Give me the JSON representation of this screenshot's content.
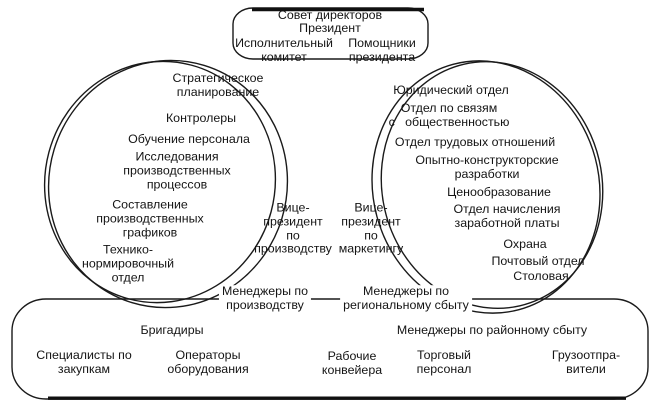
{
  "diagram_title": "organizational-amoeba-chart",
  "top_box": {
    "board": "Совет директоров",
    "president": "Президент",
    "exec_committee": "Исполнительный\nкомитет",
    "assistants": "Помощники\nпрезидента"
  },
  "left_blob": {
    "strategic_planning": "Стратегическое\nпланирование",
    "controllers": "Контролеры",
    "staff_training": "Обучение персонала",
    "process_research": "Исследования\nпроизводственных\nпроцессов",
    "production_scheduling": "Составление\nпроизводственных\nграфиков",
    "norming_dept": "Технико-\nнормировочный\nотдел"
  },
  "right_blob": {
    "legal_dept": "Юридический отдел",
    "public_relations": "Отдел по связям\nс   общественностью",
    "labor_relations": "Отдел трудовых отношений",
    "rnd": "Опытно-конструкторские\nразработки",
    "pricing": "Ценообразование",
    "payroll": "Отдел начисления\nзаработной платы",
    "security": "Охрана",
    "mail_dept": "Почтовый отдел",
    "canteen": "Столовая"
  },
  "middle": {
    "vp_production": "Вице-\nпрезидент\nпо\nпроизводству",
    "vp_marketing": "Вице-\nпрезидент\nпо\nмаркетингу",
    "managers_production": "Менеджеры по\nпроизводству",
    "managers_regional": "Менеджеры по\nрегиональному сбыту"
  },
  "bottom_box": {
    "foremen": "Бригадиры",
    "managers_district": "Менеджеры по районному сбыту",
    "purchasing_specialists": "Специалисты по\nзакупкам",
    "equipment_operators": "Операторы\nоборудования",
    "conveyor_workers": "Рабочие\nконвейера",
    "sales_staff": "Торговый\nперсонал",
    "shippers": "Грузоотпра-\nвители"
  },
  "colors": {
    "line": "#1a1a1a",
    "background": "#ffffff",
    "text": "#141414"
  }
}
